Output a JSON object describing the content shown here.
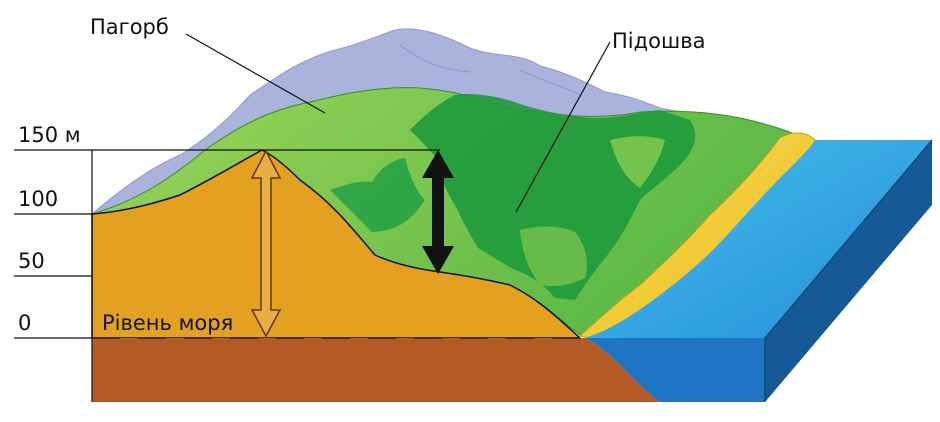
{
  "labels": {
    "hill": "Пагорб",
    "foot": "Підошва",
    "sea_level": "Рівень моря"
  },
  "scale": {
    "ticks": [
      "150 м",
      "100",
      "50",
      "0"
    ]
  },
  "colors": {
    "mountains": "#a9b3dc",
    "hill_light": "#8cc94f",
    "hill_dark": "#1e9a3c",
    "soil": "#e3a021",
    "bedrock": "#b35a27",
    "beach": "#f2c81c",
    "sea_top": "#2aa6e0",
    "sea_side": "#1f74c4",
    "sea_side_right": "#155a97",
    "outline": "#111111"
  },
  "icons": {
    "relative_height": "double-arrow-hollow-icon",
    "absolute_height": "double-arrow-solid-icon"
  }
}
